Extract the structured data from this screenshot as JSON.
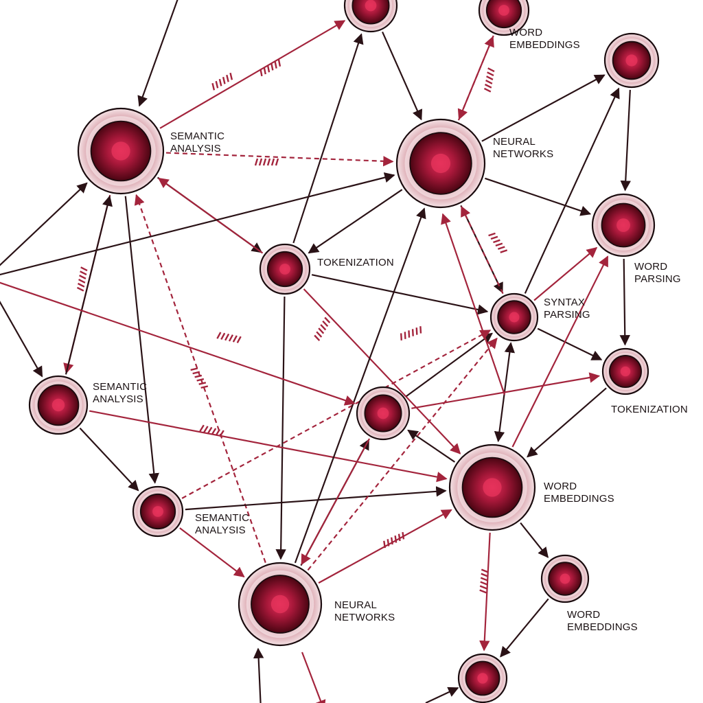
{
  "colors": {
    "black_edge": "#2a1216",
    "red_edge": "#a3243c",
    "node_core": "#b01c3c",
    "node_dark": "#5c0616",
    "node_halo": "#e8c3c8",
    "node_outline": "#1a0b0e"
  },
  "nodes": [
    {
      "id": "n1",
      "label": [
        "SEMANTIC",
        "ANALYSIS"
      ]
    },
    {
      "id": "n2",
      "label": [
        "NEURAL",
        "NETWORKS"
      ]
    },
    {
      "id": "n3",
      "label": [
        "TOKENIZATION"
      ]
    },
    {
      "id": "n4",
      "label": [
        "SYNTAX",
        "PARSING"
      ]
    },
    {
      "id": "n5",
      "label": [
        "WORD",
        "PARSING"
      ]
    },
    {
      "id": "n6",
      "label": [
        "SEMANTIC",
        "ANALYSIS"
      ]
    },
    {
      "id": "n7",
      "label": [
        "TOKENIZATION"
      ]
    },
    {
      "id": "n8",
      "label": [
        "WORD",
        "EMBEDDINGS"
      ]
    },
    {
      "id": "n9",
      "label": [
        "SEMANTIC",
        "ANALYSIS"
      ]
    },
    {
      "id": "n10",
      "label": [
        "NEURAL",
        "NETWORKS"
      ]
    },
    {
      "id": "n11",
      "label": [
        "WORD",
        "EMBEDDINGS"
      ]
    },
    {
      "id": "n12",
      "label": [
        "WORD",
        "EMBEDDINGS"
      ]
    },
    {
      "id": "n13",
      "label": []
    },
    {
      "id": "n14",
      "label": []
    },
    {
      "id": "n15",
      "label": []
    },
    {
      "id": "n16",
      "label": []
    },
    {
      "id": "n17",
      "label": []
    }
  ]
}
